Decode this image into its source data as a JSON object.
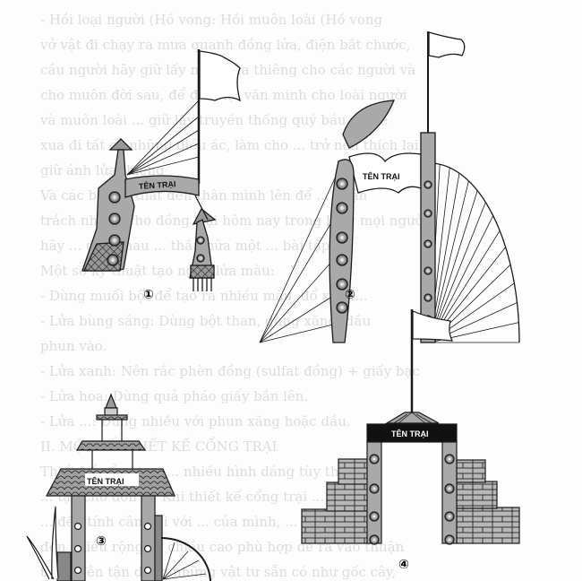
{
  "background_text": [
    "- Hồi loại người (Hồ vong: Hồi muôn loài (Hồ vong",
    "vở vật đi chạy ra mưa quanh đồng lửa, điện bắt chước,",
    "cầu người hãy giữ lấy ngọn lửa thiêng cho các người và",
    "cho muôn đời sau, để đem lại văn minh cho loài người",
    "và muôn loài ... giữ lấy truyền thống quý báu đó để",
    "xua đi tất cả những điều ác, làm cho ... trở nên thích lại",
    "giữ ánh lửa thiêng",
    "Và các bạn ... thắt đến thân mình lên để ... nhận",
    "trách nhiệm cho đồng trại hôm nay trong lòng mọi người",
    "hãy ... đến, mau ... thắp nữa một ... bài tập ...",
    "Một số kỹ thuật tạo ngọn lửa màu:",
    "- Dùng muối bột để tạo ra nhiều màu, đổ xanh...",
    "- Lửa bùng sáng: Dùng bột than, dùng xăng, dầu",
    "phun vào.",
    "- Lửa xanh: Nên rắc phèn đồng (sulfat đồng) + giấy bạc",
    "- Lửa hoa: Dùng quả pháo giấy bắn lên.",
    "- Lửa ...: Dùng nhiều với phun xăng hoặc dầu.",
    "II. MỘT SỐ THIẾT KẾ CỔNG TRẠI",
    "Thiết kế cổng trại ... nhiều hình dáng tùy thuộc ...",
    "... tạo cho đơn vị. Khi thiết kế cổng trại ...",
    "... đến tính cân đối với ... của mình, ...",
    "đến chiều rộng và chiều cao phù hợp để ra vào thuận",
    "tiện. Nên tận dụng những vật tư sẵn có như gốc cây,"
  ],
  "gates": [
    {
      "number": "①",
      "sign": "TÊN TRẠI"
    },
    {
      "number": "②",
      "sign": "TÊN TRẠI"
    },
    {
      "number": "③",
      "sign": "TÊN TRẠI"
    },
    {
      "number": "④",
      "sign": "TÊN TRẠI"
    }
  ],
  "colors": {
    "fill": "#a9a9a9",
    "ink": "#1a1a1a",
    "banner": "#111111"
  }
}
